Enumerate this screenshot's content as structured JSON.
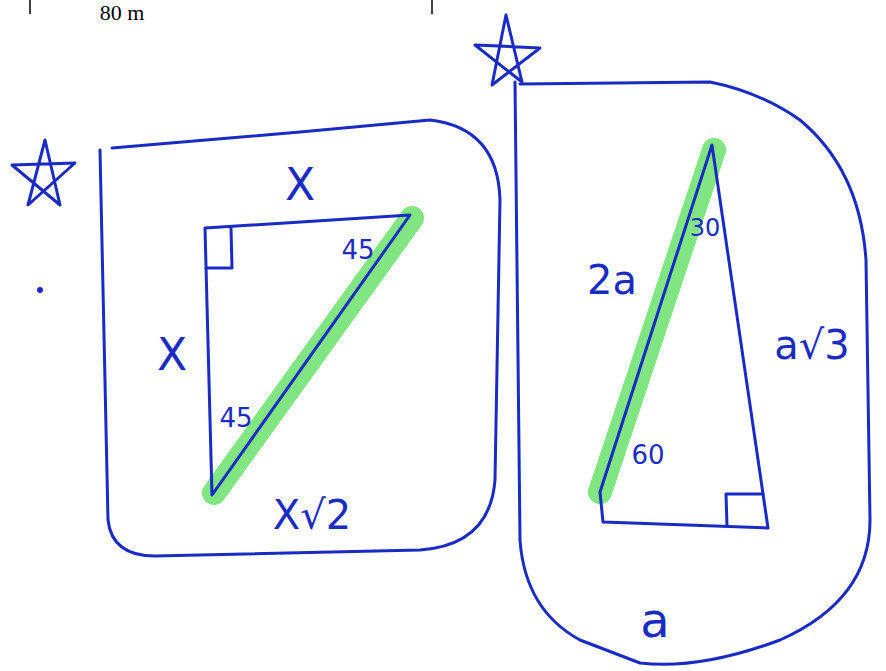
{
  "diagram": {
    "labels": [
      "80 m",
      "X",
      "X",
      "45",
      "45",
      "X√2",
      "2a",
      "30",
      "a√3",
      "60",
      "a"
    ]
  }
}
